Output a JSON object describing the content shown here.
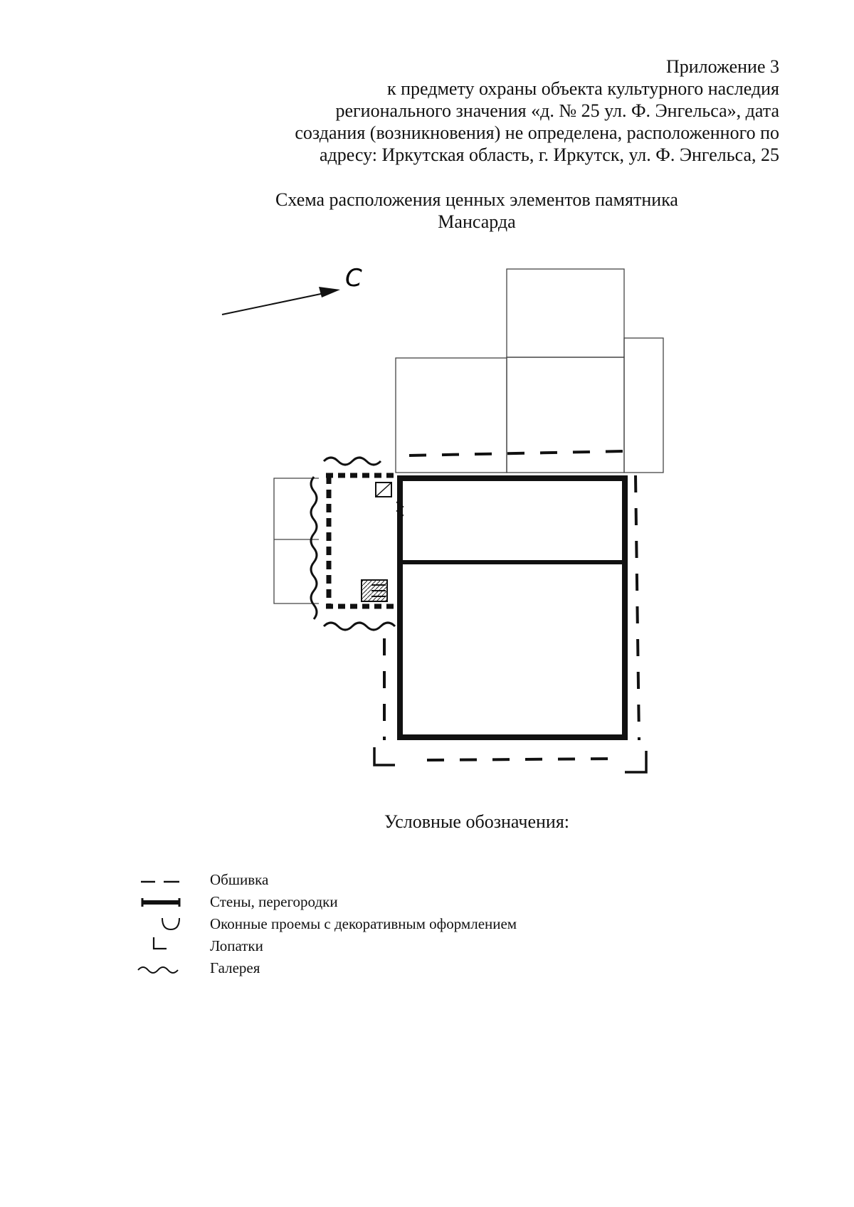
{
  "header": {
    "line1": "Приложение 3",
    "line2": "к предмету охраны объекта культурного наследия",
    "line3": "регионального значения «д. № 25 ул. Ф. Энгельса», дата",
    "line4": "создания (возникновения) не определена, расположенного по",
    "line5": "адресу: Иркутская область, г. Иркутск, ул. Ф. Энгельса, 25"
  },
  "title": {
    "line1": "Схема расположения ценных элементов памятника",
    "line2": "Мансарда"
  },
  "plan": {
    "north_label": "С"
  },
  "legend": {
    "title": "Условные обозначения:",
    "items": [
      {
        "icon": "dashed-line-icon",
        "label": "Обшивка"
      },
      {
        "icon": "thick-wall-icon",
        "label": "Стены, перегородки"
      },
      {
        "icon": "window-arc-icon",
        "label": "Оконные проемы с декоративным оформлением"
      },
      {
        "icon": "pilaster-corner-icon",
        "label": "Лопатки"
      },
      {
        "icon": "wave-line-icon",
        "label": "Галерея"
      }
    ]
  }
}
